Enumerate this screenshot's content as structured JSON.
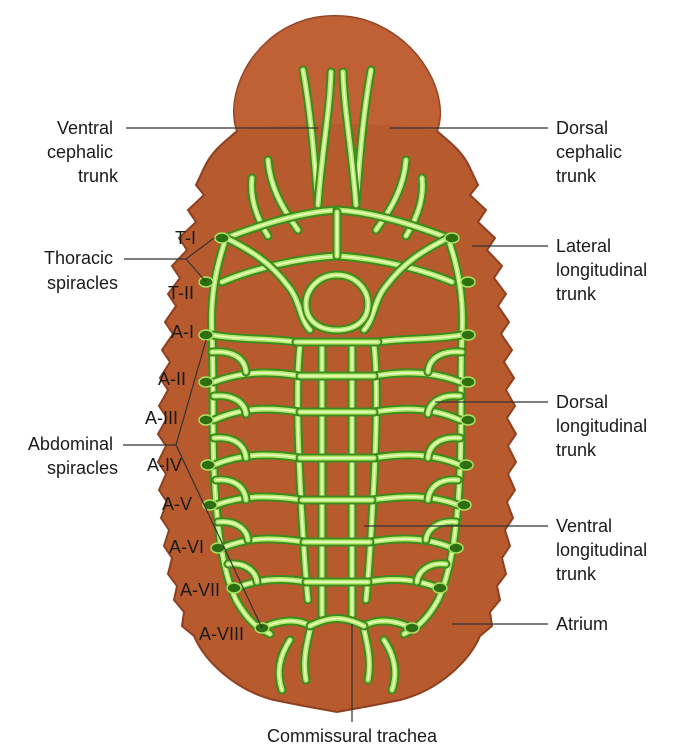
{
  "colors": {
    "body": "#b75a2e",
    "body_edge": "#8e4020",
    "trachea": "#b6ea6e",
    "trachea_edge": "#3d8b1e",
    "spiracle": "#2f6f14",
    "label_text": "#1a1a1a"
  },
  "labels": {
    "ventral_cephalic": [
      "Ventral",
      "cephalic",
      "trunk"
    ],
    "dorsal_cephalic": [
      "Dorsal",
      "cephalic",
      "trunk"
    ],
    "thoracic_spiracles": [
      "Thoracic",
      "spiracles"
    ],
    "lateral_longitudinal": [
      "Lateral",
      "longitudinal",
      "trunk"
    ],
    "abdominal_spiracles": [
      "Abdominal",
      "spiracles"
    ],
    "dorsal_longitudinal": [
      "Dorsal",
      "longitudinal",
      "trunk"
    ],
    "ventral_longitudinal": [
      "Ventral",
      "longitudinal",
      "trunk"
    ],
    "atrium": "Atrium",
    "commissural_trachea": "Commissural trachea"
  },
  "segments": {
    "thoracic": [
      "T-I",
      "T-II"
    ],
    "abdominal": [
      "A-I",
      "A-II",
      "A-III",
      "A-IV",
      "A-V",
      "A-VI",
      "A-VII",
      "A-VIII"
    ]
  }
}
